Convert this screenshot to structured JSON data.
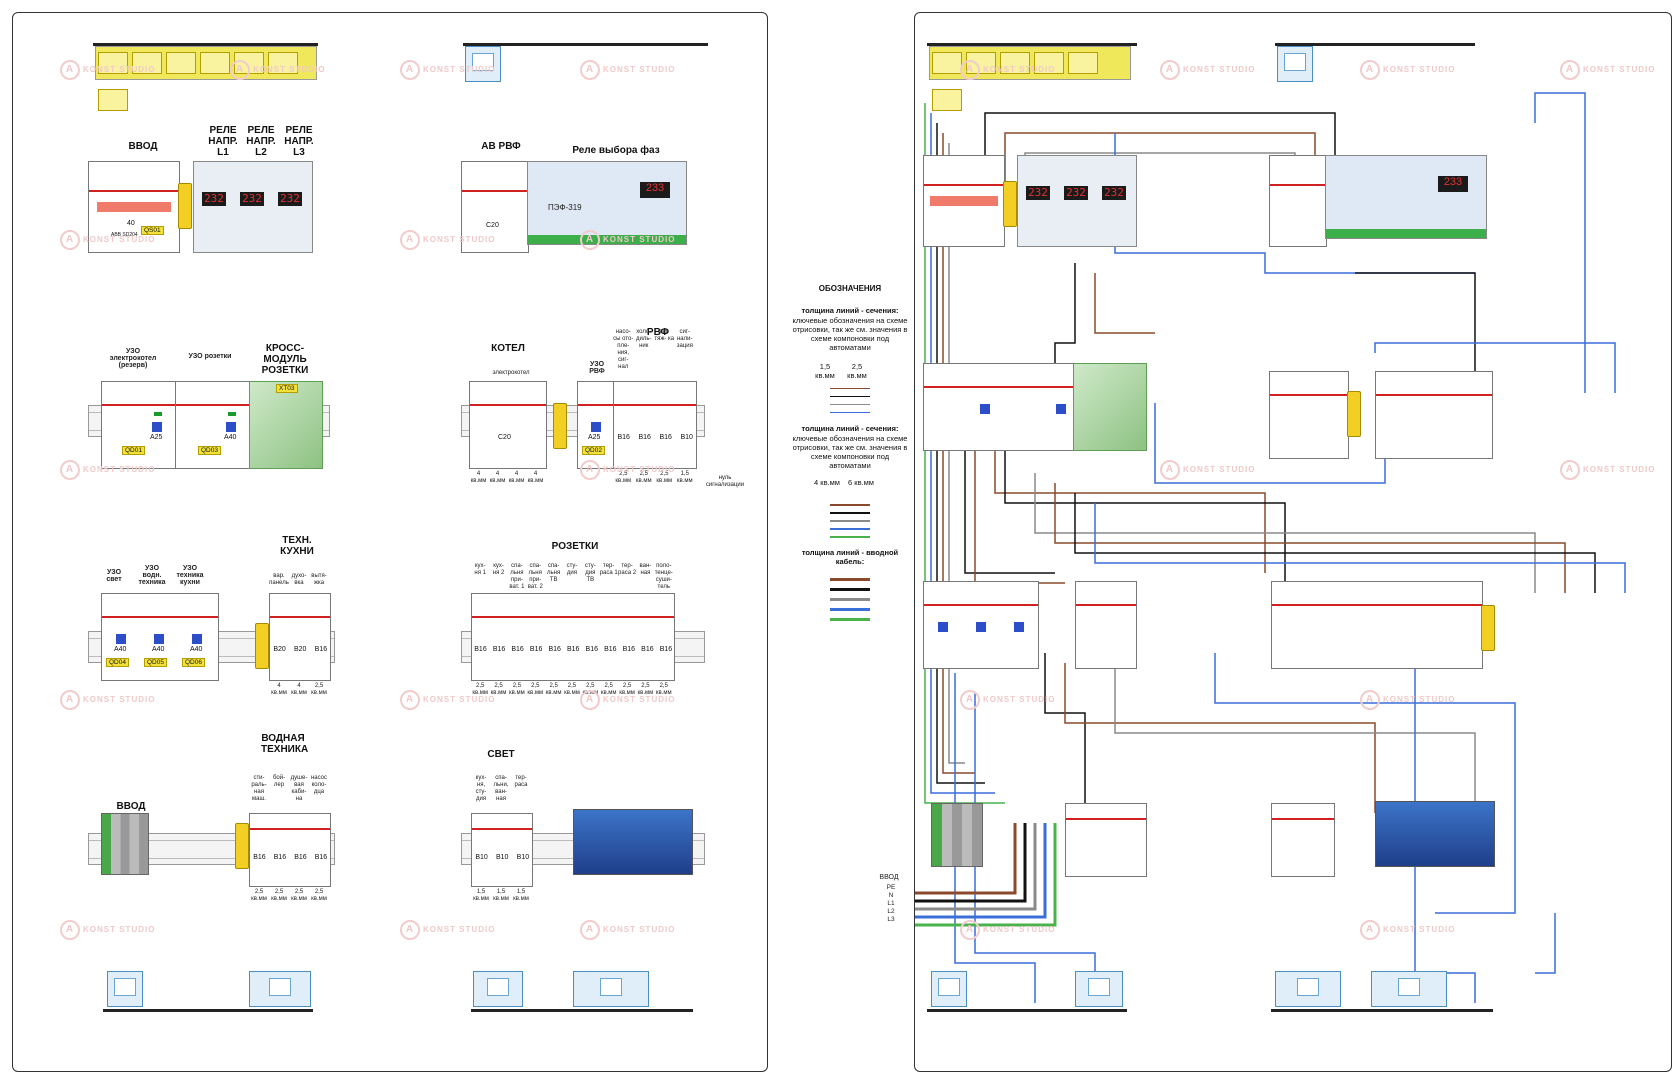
{
  "watermark": "KONST STUDIO",
  "left": {
    "sections": {
      "vvod": "ВВОД",
      "rele_l1": "РЕЛЕ НАПР. L1",
      "rele_l2": "РЕЛЕ НАПР. L2",
      "rele_l3": "РЕЛЕ НАПР. L3",
      "av_rvf": "АВ РВФ",
      "rele_vybora": "Реле выбора фаз",
      "kross": "КРОСС- МОДУЛЬ РОЗЕТКИ",
      "kotel": "КОТЕЛ",
      "rvf": "РВФ",
      "tehn": "ТЕХН. КУХНИ",
      "rozetki": "РОЗЕТКИ",
      "vodnaya": "ВОДНАЯ ТЕХНИКА",
      "vvod2": "ВВОД",
      "svet": "СВЕТ"
    },
    "vvod_rating": "40",
    "vvod_model": "ABB SD204",
    "vvod_tag": "QS01",
    "pef_name": "ПЭФ-319",
    "av_rating": "C20",
    "uzo_el": "УЗО электрокотел (резерв)",
    "uzo_roz": "УЗО розетки",
    "xt_tag": "XT03",
    "uzo_a25": "A25",
    "uzo_a40": "A40",
    "qd01": "QD01",
    "qd03": "QD03",
    "qd02": "QD02",
    "kotel_sub": "электрокотел",
    "kotel_rating": "C20",
    "uzo_rvf": "УЗО РВФ",
    "rvf_cols": [
      "насо- сы ото- пле- ния, сиг- нал",
      "холо- диль- ник",
      "вы- тяж- ка",
      "сиг- нали- зация"
    ],
    "rvf_ratings": [
      "B16",
      "B16",
      "B16",
      "B10"
    ],
    "rvf_sizes": [
      "2,5 кв.мм",
      "2,5 кв.мм",
      "2,5 кв.мм",
      "1,5 кв.мм"
    ],
    "kotel_sizes": [
      "4 кв.мм",
      "4 кв.мм",
      "4 кв.мм",
      "4 кв.мм"
    ],
    "null_note": "нуль сигнализации",
    "uzo_svet": "УЗО свет",
    "uzo_vod": "УЗО водн. техника",
    "uzo_kuh": "УЗО техника кухни",
    "uzo_tags": [
      "QD04",
      "QD05",
      "QD06"
    ],
    "tehn_cols": [
      "вар. панель",
      "духо- вка",
      "вытя- жка"
    ],
    "tehn_ratings": [
      "B20",
      "B20",
      "B16"
    ],
    "tehn_sizes": [
      "4 кв.мм",
      "4 кв.мм",
      "2,5 кв.мм"
    ],
    "roz_cols": [
      "кух- ня 1",
      "кух- ня 2",
      "спа- льня при- ват. 1",
      "спа- льня при- ват. 2",
      "спа- льня ТВ",
      "сту- дия",
      "сту- дия ТВ",
      "тер- раса 1",
      "тер- раса 2",
      "ван- ная",
      "поло- тенце- суши- тель"
    ],
    "roz_rating": "B16",
    "roz_size": "2,5 кв.мм",
    "vod_cols": [
      "сти- раль- ная маш.",
      "бой- лер",
      "душе- вая каби- на",
      "насос коло- дца"
    ],
    "vod_rating": "B16",
    "vod_size": "2,5 кв.мм",
    "svet_cols": [
      "кух- ня, сту- дия",
      "спа- льни, ван- ная",
      "тер- раса"
    ],
    "svet_rating": "B10",
    "svet_size": "1,5 кв.мм"
  },
  "legend": {
    "title": "ОБОЗНАЧЕНИЯ",
    "block1_title": "толщина линий - сечения:",
    "block1_text": "ключевые обозначения на схеме отрисовки, так же см. значения в схеме компоновки под автоматами",
    "block1_a": "1,5 кв.мм",
    "block1_b": "2,5 кв.мм",
    "block2_title": "толщина линий - сечения:",
    "block2_text": "ключевые обозначения на схеме отрисовки, так же см. значения в схеме компоновки под автоматами",
    "block2_a": "4 кв.мм",
    "block2_b": "6 кв.мм",
    "block3_title": "толщина линий - вводной кабель:"
  },
  "right": {
    "vvod_label": "ВВОД",
    "phases": [
      "PE",
      "N",
      "L1",
      "L2",
      "L3"
    ],
    "sizes": [
      "1,5 кв.мм",
      "2,5 кв.мм",
      "4 кв.мм",
      "6 кв.мм"
    ]
  },
  "colors": {
    "brown": "#8b4a2b",
    "black": "#111111",
    "gray": "#8a8a8a",
    "blue": "#3a6fd8",
    "green": "#47b34a",
    "yellow": "#f3cf23"
  }
}
